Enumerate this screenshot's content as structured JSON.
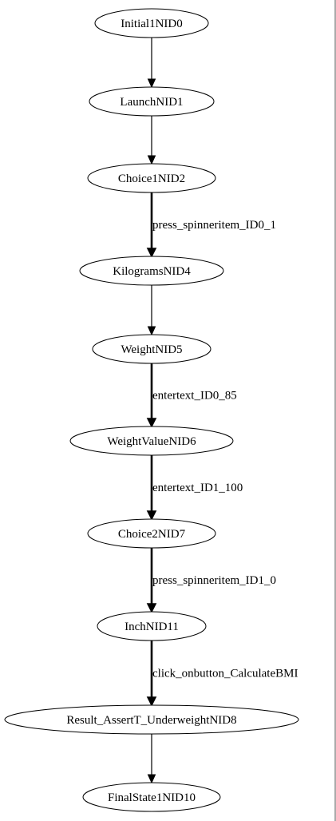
{
  "diagram": {
    "type": "state-flow",
    "nodes": [
      {
        "id": "n0",
        "label": "Initial1NID0"
      },
      {
        "id": "n1",
        "label": "LaunchNID1"
      },
      {
        "id": "n2",
        "label": "Choice1NID2"
      },
      {
        "id": "n3",
        "label": "KilogramsNID4"
      },
      {
        "id": "n4",
        "label": "WeightNID5"
      },
      {
        "id": "n5",
        "label": "WeightValueNID6"
      },
      {
        "id": "n6",
        "label": "Choice2NID7"
      },
      {
        "id": "n7",
        "label": "InchNID11"
      },
      {
        "id": "n8",
        "label": "Result_AssertT_UnderweightNID8"
      },
      {
        "id": "n9",
        "label": "FinalState1NID10"
      }
    ],
    "edges": [
      {
        "from": "n0",
        "to": "n1",
        "label": "",
        "bold": false
      },
      {
        "from": "n1",
        "to": "n2",
        "label": "",
        "bold": false
      },
      {
        "from": "n2",
        "to": "n3",
        "label": "press_spinneritem_ID0_1",
        "bold": true
      },
      {
        "from": "n3",
        "to": "n4",
        "label": "",
        "bold": false
      },
      {
        "from": "n4",
        "to": "n5",
        "label": "entertext_ID0_85",
        "bold": true
      },
      {
        "from": "n5",
        "to": "n6",
        "label": "entertext_ID1_100",
        "bold": true
      },
      {
        "from": "n6",
        "to": "n7",
        "label": "press_spinneritem_ID1_0",
        "bold": true
      },
      {
        "from": "n7",
        "to": "n8",
        "label": "click_onbutton_CalculateBMI",
        "bold": true
      },
      {
        "from": "n8",
        "to": "n9",
        "label": "",
        "bold": false
      }
    ]
  }
}
